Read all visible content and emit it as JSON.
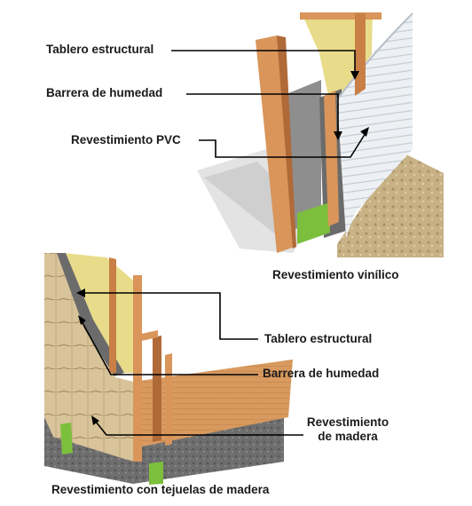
{
  "top_diagram": {
    "labels": {
      "structural_board": "Tablero estructural",
      "moisture_barrier": "Barrera de humedad",
      "pvc_siding": "Revestimiento PVC"
    },
    "caption": "Revestimiento vinílico"
  },
  "bottom_diagram": {
    "labels": {
      "structural_board": "Tablero estructural",
      "moisture_barrier": "Barrera de humedad",
      "wood_siding_line1": "Revestimiento",
      "wood_siding_line2": "de madera"
    },
    "caption": "Revestimiento con tejuelas de madera"
  },
  "colors": {
    "wood": "#d9955a",
    "wood_dark": "#b06a38",
    "insulation": "#e8dc8a",
    "barrier": "#6b6b6b",
    "vinyl": "#e9edf1",
    "gravel": "#c9b48a",
    "sill_green": "#7cbf3c",
    "leader": "#000000"
  }
}
